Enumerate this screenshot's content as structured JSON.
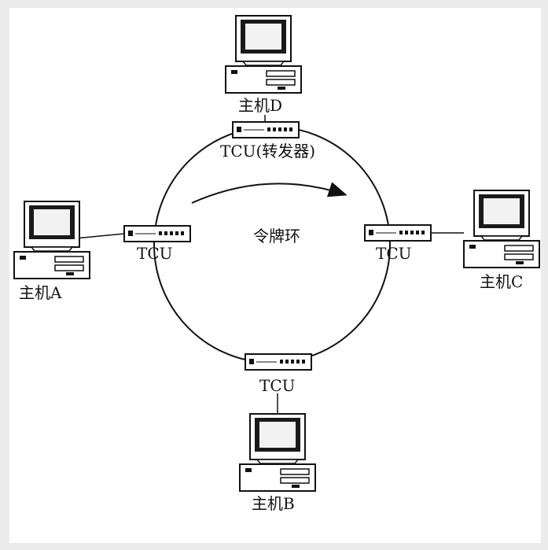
{
  "ring": {
    "label": "令牌环"
  },
  "tcus": [
    {
      "label": "TCU(转发器)"
    },
    {
      "label": "TCU"
    },
    {
      "label": "TCU"
    },
    {
      "label": "TCU"
    }
  ],
  "hosts": [
    {
      "label": "主机D"
    },
    {
      "label": "主机A"
    },
    {
      "label": "主机C"
    },
    {
      "label": "主机B"
    }
  ],
  "colors": {
    "line": "#111111",
    "screen": "#1a1a1a",
    "bg": "#ffffff",
    "page": "#ececec"
  },
  "icons": {
    "host": "desktop-computer-icon",
    "tcu": "transfer-unit-icon"
  }
}
